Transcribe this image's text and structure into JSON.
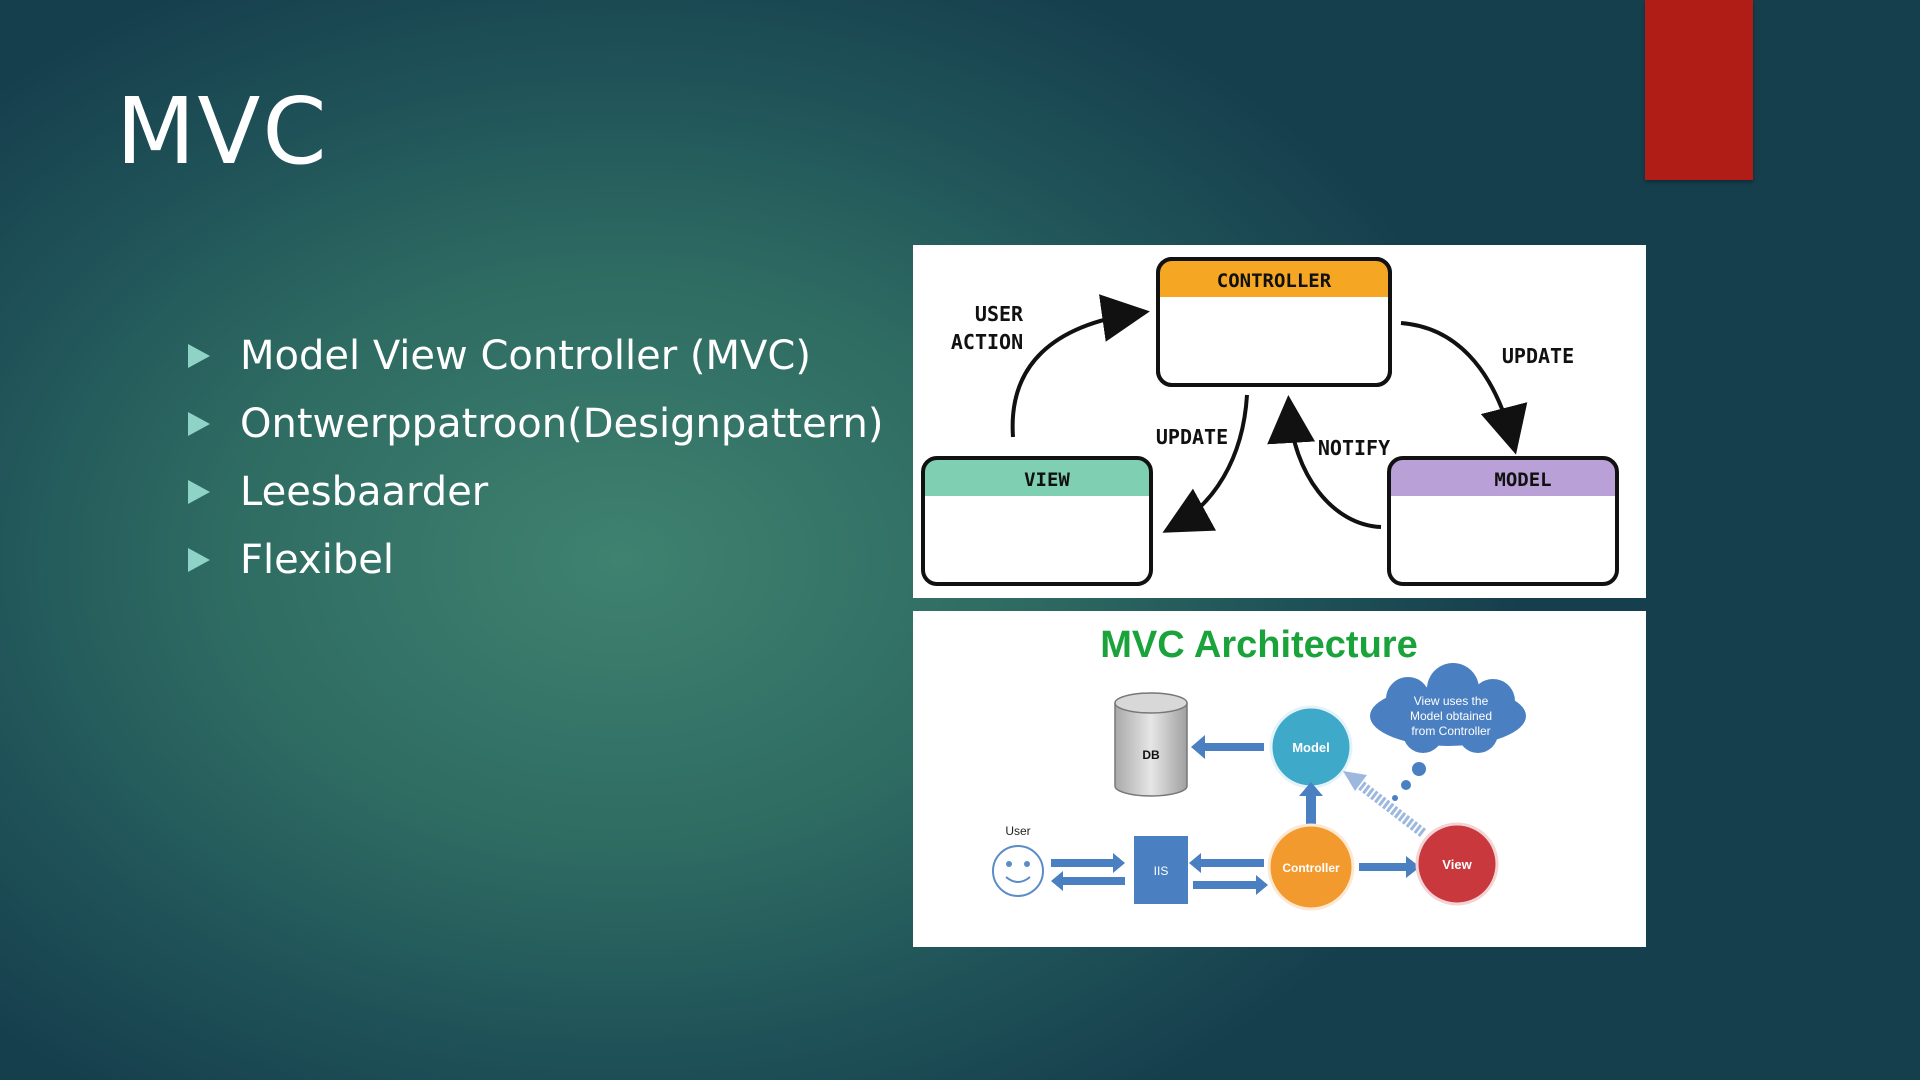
{
  "slide": {
    "title": "MVC",
    "bullets": [
      "Model View Controller (MVC)",
      "Ontwerppatroon(Designpattern)",
      "Leesbaarder",
      "Flexibel"
    ],
    "accent_color": "#b01c16"
  },
  "diagram1": {
    "controller": "CONTROLLER",
    "view": "VIEW",
    "model": "MODEL",
    "user_action_line1": "USER",
    "user_action_line2": "ACTION",
    "update_right": "UPDATE",
    "update_left": "UPDATE",
    "notify": "NOTIFY",
    "colors": {
      "controller": "#f5a623",
      "view": "#7fd0b3",
      "model": "#b9a0d6"
    }
  },
  "diagram2": {
    "title": "MVC Architecture",
    "db": "DB",
    "model": "Model",
    "user": "User",
    "iis": "IIS",
    "controller": "Controller",
    "view": "View",
    "cloud_line1": "View uses the",
    "cloud_line2": "Model obtained",
    "cloud_line3": "from Controller",
    "colors": {
      "title": "#1aa33b",
      "model": "#3fa9c9",
      "controller": "#f39a2e",
      "view": "#c8383d",
      "arrow": "#4a7fc1"
    }
  }
}
